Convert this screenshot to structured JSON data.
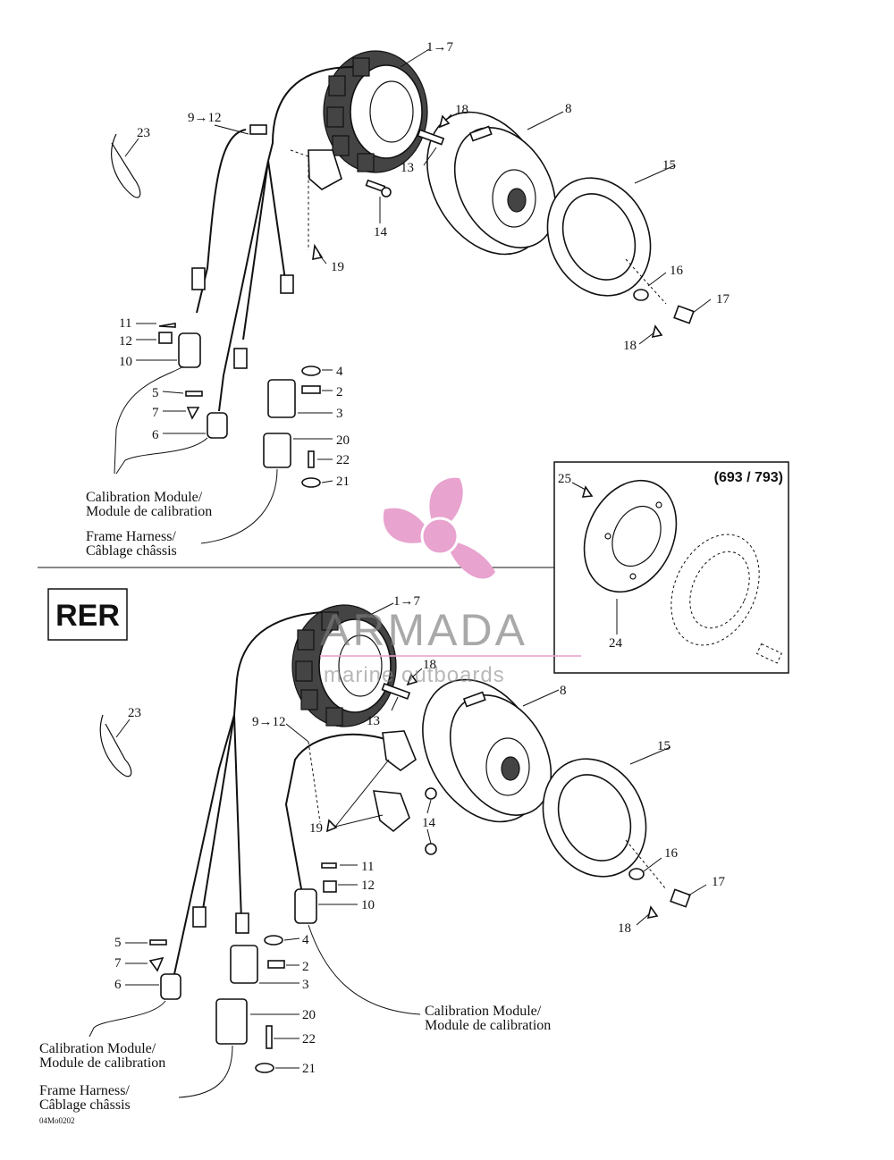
{
  "labels": {
    "top": {
      "l1_7": "1→7",
      "l9_12": "9→12",
      "l23": "23",
      "l18a": "18",
      "l8": "8",
      "l13": "13",
      "l15": "15",
      "l14": "14",
      "l19": "19",
      "l16": "16",
      "l17": "17",
      "l18b": "18",
      "l11": "11",
      "l12": "12",
      "l10": "10",
      "l4": "4",
      "l5": "5",
      "l2": "2",
      "l7": "7",
      "l3": "3",
      "l6": "6",
      "l20": "20",
      "l22": "22",
      "l21": "21"
    },
    "inset": {
      "l25": "25",
      "l24": "24"
    },
    "bottom": {
      "l1_7": "1→7",
      "l23": "23",
      "l18a": "18",
      "l8": "8",
      "l9_12": "9→12",
      "l13": "13",
      "l15": "15",
      "l19": "19",
      "l14": "14",
      "l16": "16",
      "l17": "17",
      "l18b": "18",
      "l11": "11",
      "l12": "12",
      "l10": "10",
      "l4": "4",
      "l5": "5",
      "l7": "7",
      "l2": "2",
      "l6": "6",
      "l3": "3",
      "l20": "20",
      "l22": "22",
      "l21": "21"
    }
  },
  "captions": {
    "top_calib_1": "Calibration Module/",
    "top_calib_2": "Module de calibration",
    "top_frame_1": "Frame Harness/",
    "top_frame_2": "Câblage châssis",
    "bot_calib_right_1": "Calibration Module/",
    "bot_calib_right_2": "Module de calibration",
    "bot_calib_left_1": "Calibration Module/",
    "bot_calib_left_2": "Module de calibration",
    "bot_frame_1": "Frame Harness/",
    "bot_frame_2": "Câblage châssis"
  },
  "rer_badge": "RER",
  "inset_title": "(693 / 793)",
  "ref_code": "04Mo0202",
  "watermark": {
    "brand": "ARMADA",
    "tagline": "marine outboards",
    "color": "#e8a3cf"
  }
}
